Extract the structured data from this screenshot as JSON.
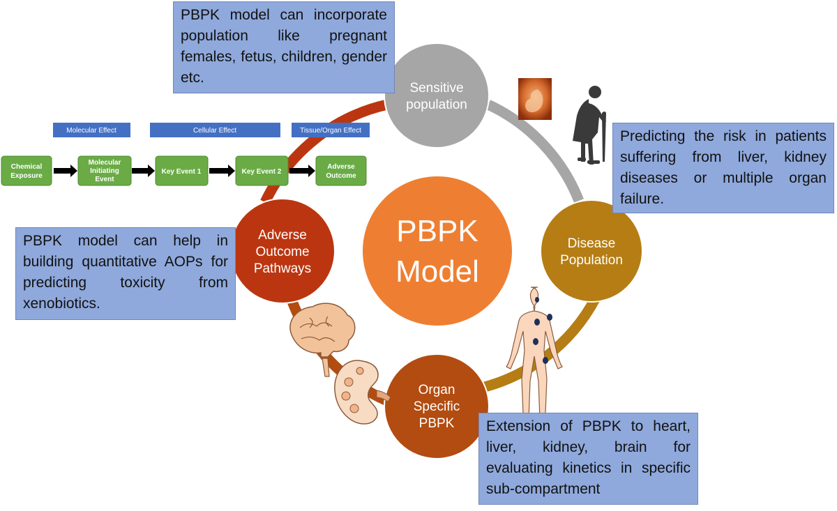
{
  "center": {
    "line1": "PBPK",
    "line2": "Model"
  },
  "nodes": {
    "sensitive": {
      "line1": "Sensitive",
      "line2": "population"
    },
    "disease": {
      "line1": "Disease",
      "line2": "Population"
    },
    "organ": {
      "line1": "Organ",
      "line2": "Specific",
      "line3": "PBPK"
    },
    "aop": {
      "line1": "Adverse",
      "line2": "Outcome",
      "line3": "Pathways"
    }
  },
  "notes": {
    "population": "PBPK model can incorporate population like pregnant females, fetus, children, gender etc.",
    "disease": "Predicting the risk in patients suffering from liver, kidney diseases or multiple organ failure.",
    "aop": "PBPK model can help in building quantitative AOPs for predicting toxicity from xenobiotics.",
    "organ": "Extension of PBPK to heart, liver, kidney, brain for evaluating kinetics in specific sub-compartment"
  },
  "aop_chain": {
    "level_labels": [
      "Molecular Effect",
      "Cellular Effect",
      "Tissue/Organ Effect"
    ],
    "steps": {
      "chemical_exposure": [
        "Chemical",
        "Exposure"
      ],
      "mie": [
        "Molecular",
        "Initiating",
        "Event"
      ],
      "key_event_1": [
        "Key Event 1"
      ],
      "key_event_2": [
        "Key Event 2"
      ],
      "adverse_outcome": [
        "Adverse",
        "Outcome"
      ]
    }
  },
  "colors": {
    "center_circle": "#ee7f32",
    "sensitive_node": "#a6a6a6",
    "disease_node": "#b57d14",
    "organ_node": "#b24c11",
    "aop_node": "#bb3610",
    "note_fill": "#8fa9dc",
    "aop_box_green": "#6aab46",
    "aop_label_blue": "#4470c4"
  }
}
